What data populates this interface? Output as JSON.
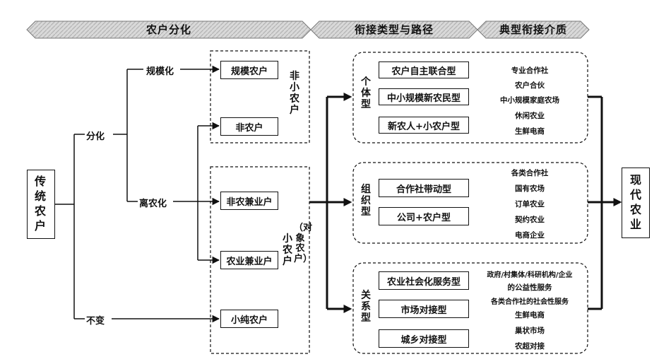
{
  "headers": [
    "农户分化",
    "衔接类型与路径",
    "典型衔接介质"
  ],
  "left": {
    "source": "传统农户",
    "split_a": "分化",
    "split_b": "不变",
    "sub_a": "规模化",
    "sub_b": "离农化"
  },
  "farmer_types": {
    "scale": "规模农户",
    "nonfarm": "非农户",
    "nonfarm_part": "非农兼业户",
    "farm_part": "农业兼业户",
    "pure": "小纯农户",
    "group_non_small": "非小农户",
    "group_small": "小农户",
    "group_small_note": "（对象农户）"
  },
  "types": [
    {
      "label": "个体型",
      "items": [
        "农户自主联合型",
        "中小规模新农民型",
        "新农人+小农户型"
      ],
      "media": [
        "专业合作社",
        "农户合伙",
        "中小规模家庭农场",
        "休闲农业",
        "生鲜电商"
      ]
    },
    {
      "label": "组织型",
      "items": [
        "合作社带动型",
        "公司+农户型"
      ],
      "media": [
        "各类合作社",
        "国有农场",
        "订单农业",
        "契约农业",
        "电商企业"
      ]
    },
    {
      "label": "关系型",
      "items": [
        "农业社会化服务型",
        "市场对接型",
        "城乡对接型"
      ],
      "media": [
        "政府/村集体/科研机构/企业",
        "的公益性服务",
        "各类合作社的社会性服务",
        "生鲜电商",
        "巢状市场",
        "农超对接"
      ]
    }
  ],
  "target": "现代农业"
}
